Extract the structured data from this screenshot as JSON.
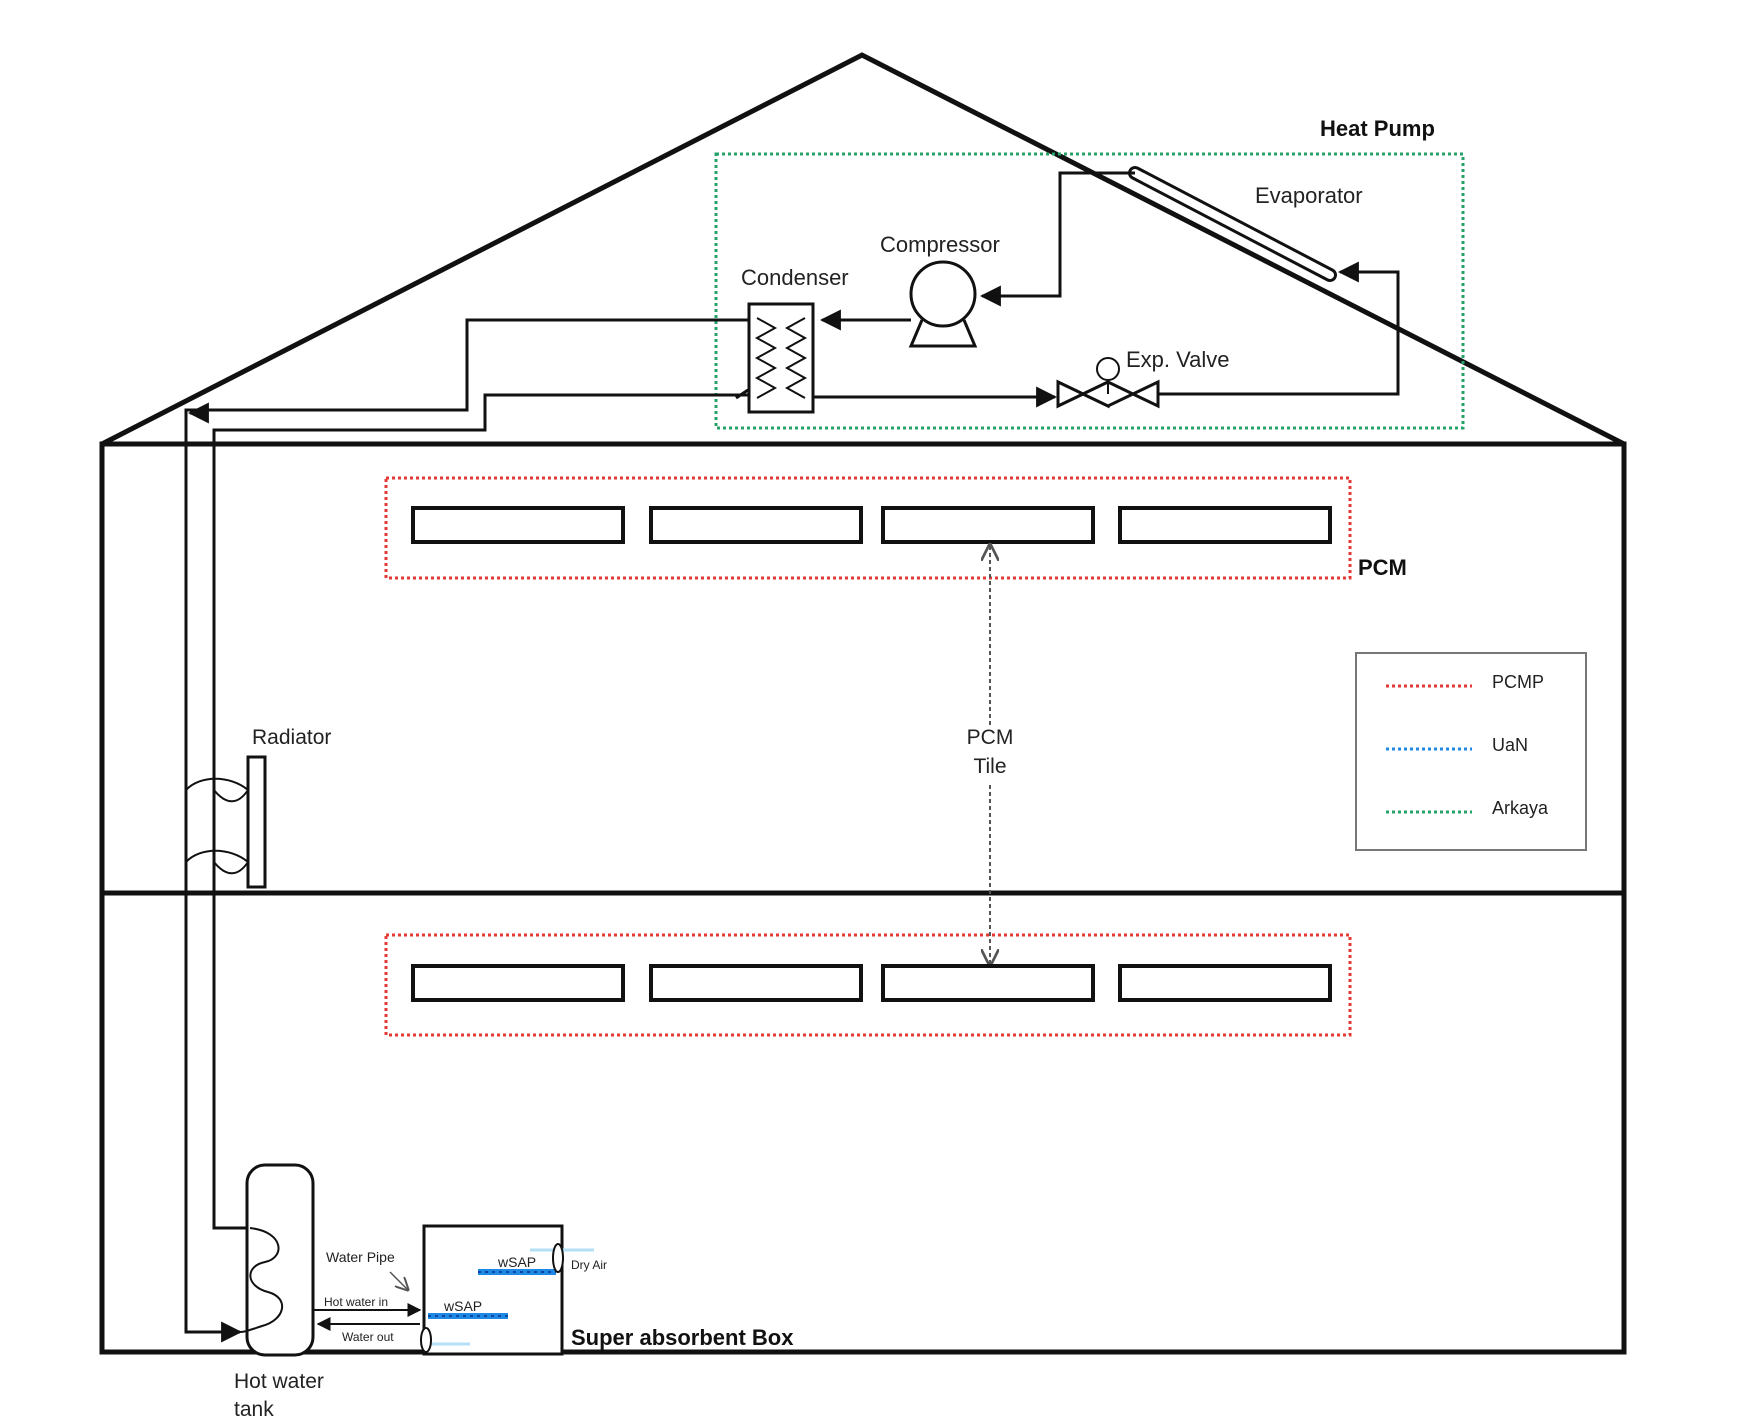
{
  "labels": {
    "heat_pump": "Heat Pump",
    "evaporator": "Evaporator",
    "compressor": "Compressor",
    "condenser": "Condenser",
    "exp_valve": "Exp. Valve",
    "pcm": "PCM",
    "pcm_tile_line1": "PCM",
    "pcm_tile_line2": "Tile",
    "radiator": "Radiator",
    "hot_water_tank_line1": "Hot water",
    "hot_water_tank_line2": "tank",
    "water_pipe": "Water Pipe",
    "hot_water_in": "Hot water in",
    "water_out": "Water out",
    "wsap_top": "wSAP",
    "wsap_bottom": "wSAP",
    "dry_air": "Dry Air",
    "super_absorbent_box": "Super absorbent Box"
  },
  "legend": [
    {
      "label": "PCMP",
      "color": "#e53935"
    },
    {
      "label": "UaN",
      "color": "#1e88e5"
    },
    {
      "label": "Arkaya",
      "color": "#26a269"
    }
  ],
  "colors": {
    "pcm_outline": "#e53935",
    "heat_pump_outline": "#26a269",
    "sap_layer": "#1e88e5",
    "line": "#111111"
  }
}
